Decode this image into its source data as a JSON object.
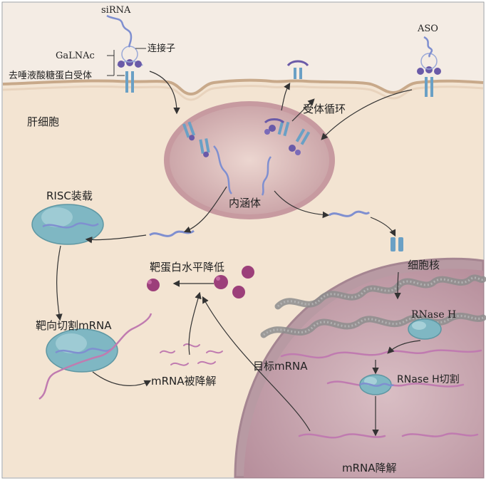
{
  "labels": {
    "sirna": "siRNA",
    "aso": "ASO",
    "galnac": "GaLNAc",
    "linker": "连接子",
    "receptor": "去唾液酸糖蛋白受体",
    "hepatocyte": "肝细胞",
    "receptor_recycling": "受体循环",
    "endosome": "内涵体",
    "risc_loading": "RISC装载",
    "protein_reduction": "靶蛋白水平降低",
    "nucleus": "细胞核",
    "target_cleavage": "靶向切割mRNA",
    "rnase_h": "RNase H",
    "target_mrna": "目标mRNA",
    "rnase_h_cleavage": "RNase H切割",
    "mrna_degraded": "mRNA被降解",
    "mrna_degradation": "mRNA降解"
  },
  "colors": {
    "cell": "#f3e4d2",
    "extracellular": "#f4ece4",
    "nucleus": "#c9aab4",
    "endosome": "#d9b8b8",
    "sirna_strand": "#7f8fd0",
    "mrna": "#c07bb0",
    "protein": "#9c3f7a",
    "risc": "#7fb7c3",
    "chromatin": "#8c8c8c"
  }
}
